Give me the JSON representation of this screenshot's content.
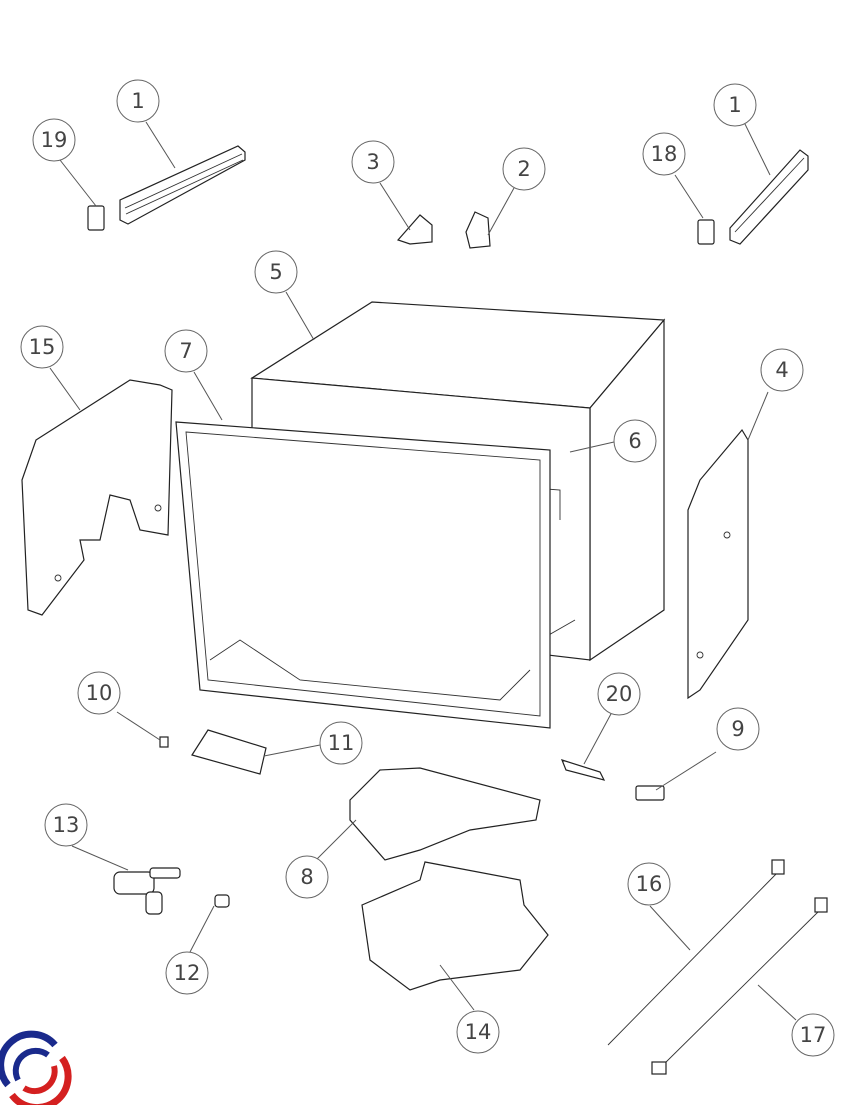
{
  "diagram": {
    "title": "Dishwasher cabinet exploded parts diagram",
    "callouts": [
      {
        "id": "c1a",
        "label": "1"
      },
      {
        "id": "c1b",
        "label": "1"
      },
      {
        "id": "c2",
        "label": "2"
      },
      {
        "id": "c3",
        "label": "3"
      },
      {
        "id": "c4",
        "label": "4"
      },
      {
        "id": "c5",
        "label": "5"
      },
      {
        "id": "c6",
        "label": "6"
      },
      {
        "id": "c7",
        "label": "7"
      },
      {
        "id": "c8",
        "label": "8"
      },
      {
        "id": "c9",
        "label": "9"
      },
      {
        "id": "c10",
        "label": "10"
      },
      {
        "id": "c11",
        "label": "11"
      },
      {
        "id": "c12",
        "label": "12"
      },
      {
        "id": "c13",
        "label": "13"
      },
      {
        "id": "c14",
        "label": "14"
      },
      {
        "id": "c15",
        "label": "15"
      },
      {
        "id": "c16",
        "label": "16"
      },
      {
        "id": "c17",
        "label": "17"
      },
      {
        "id": "c18",
        "label": "18"
      },
      {
        "id": "c19",
        "label": "19"
      },
      {
        "id": "c20",
        "label": "20"
      }
    ],
    "logo": {
      "name": "brand-logo",
      "colors": [
        "#1a2a8c",
        "#d42020"
      ]
    }
  }
}
